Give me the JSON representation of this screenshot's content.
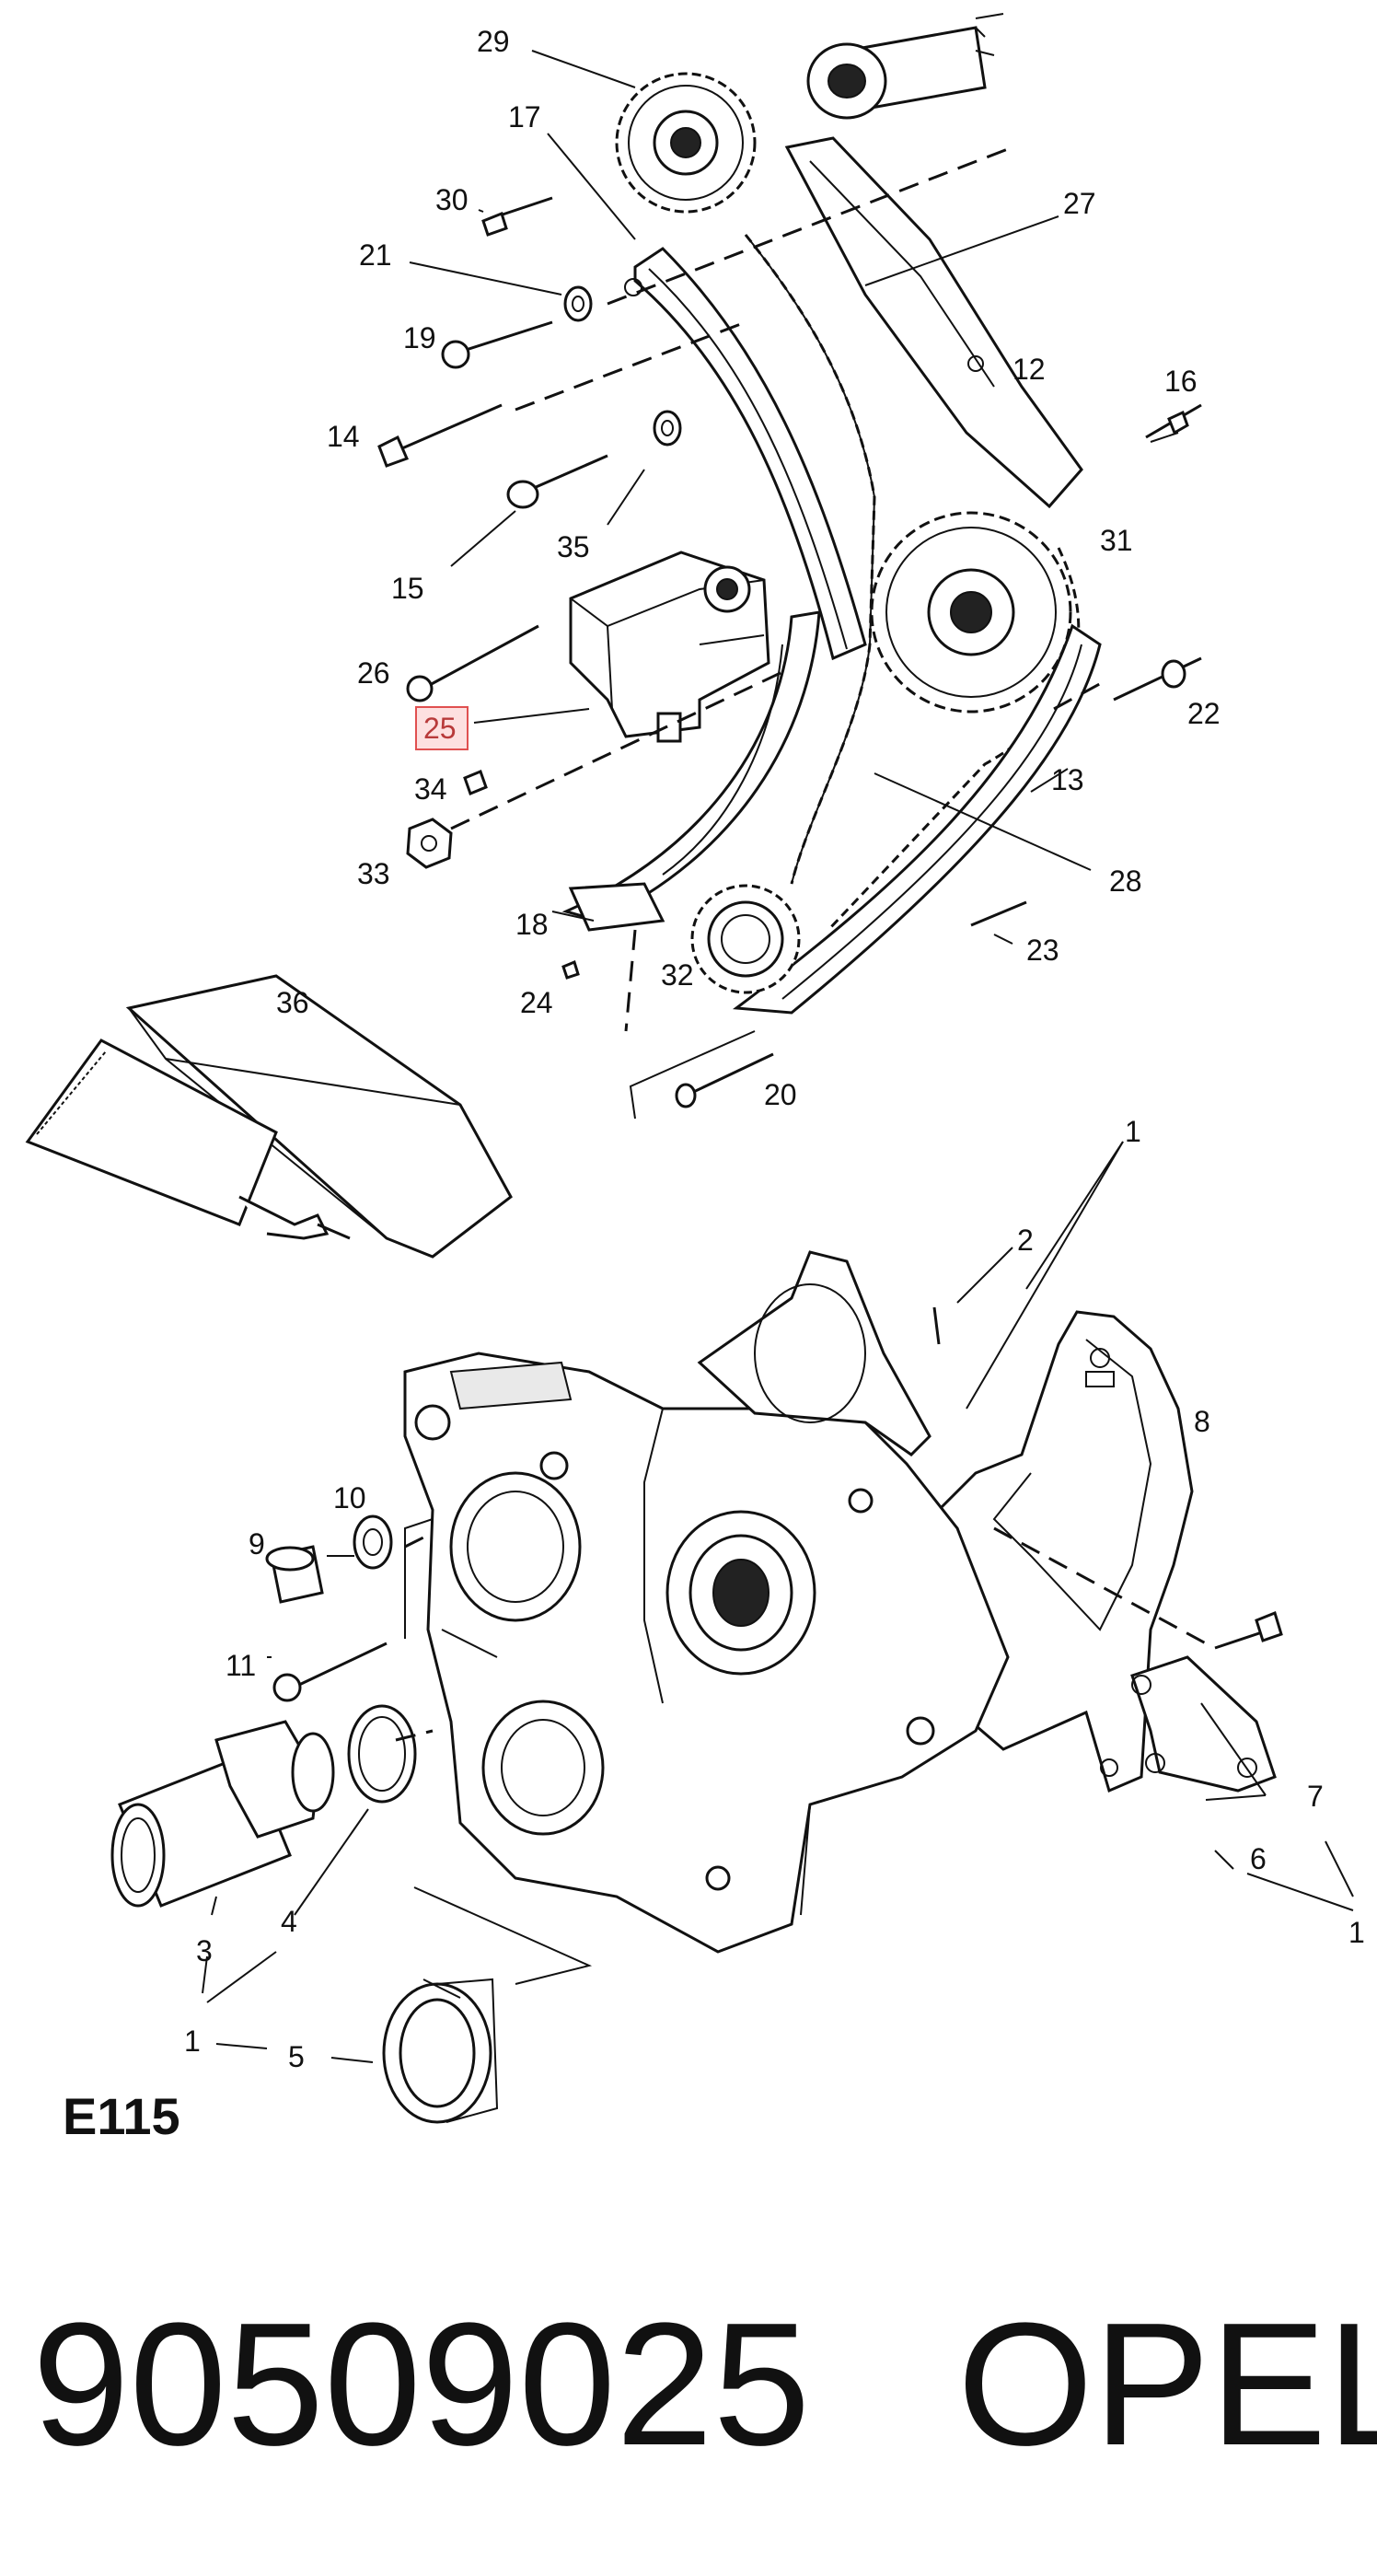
{
  "diagram": {
    "group_code": "E115",
    "part_number": "90509025",
    "brand": "OPEL",
    "highlighted_callout": "25",
    "callouts": {
      "c29": "29",
      "c17": "17",
      "c27": "27",
      "c30": "30",
      "c21": "21",
      "c19": "19",
      "c12": "12",
      "c16": "16",
      "c14": "14",
      "c35": "35",
      "c31": "31",
      "c15": "15",
      "c26": "26",
      "c25": "25",
      "c22": "22",
      "c34": "34",
      "c13": "13",
      "c33": "33",
      "c28": "28",
      "c18": "18",
      "c23": "23",
      "c32": "32",
      "c24": "24",
      "c36": "36",
      "c20": "20",
      "c1a": "1",
      "c2": "2",
      "c8": "8",
      "c10": "10",
      "c9": "9",
      "c11": "11",
      "c7": "7",
      "c6": "6",
      "c1b": "1",
      "c3": "3",
      "c4": "4",
      "c1c": "1",
      "c5": "5"
    }
  }
}
